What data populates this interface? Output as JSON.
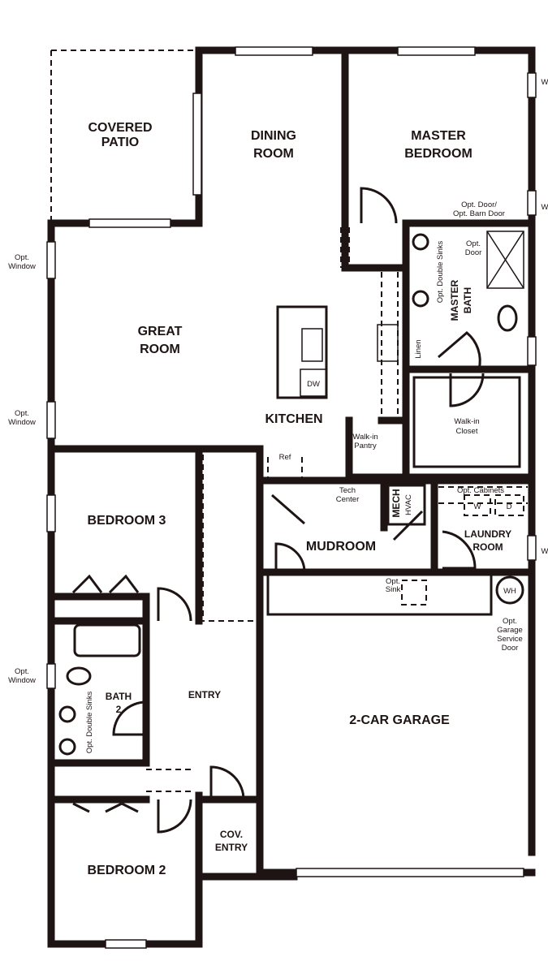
{
  "rooms": {
    "covered_patio": [
      "COVERED",
      "PATIO"
    ],
    "dining_room": [
      "DINING",
      "ROOM"
    ],
    "master_bedroom": [
      "MASTER",
      "BEDROOM"
    ],
    "great_room": [
      "GREAT",
      "ROOM"
    ],
    "kitchen": "KITCHEN",
    "master_bath": [
      "MASTER",
      "BATH"
    ],
    "walk_in_closet": [
      "Walk-in",
      "Closet"
    ],
    "walk_in_pantry": [
      "Walk-in",
      "Pantry"
    ],
    "bedroom_3": "BEDROOM 3",
    "tech_center": [
      "Tech",
      "Center"
    ],
    "mech": "MECH",
    "mudroom": "MUDROOM",
    "laundry_room": [
      "LAUNDRY",
      "ROOM"
    ],
    "garage": "2-CAR GARAGE",
    "entry": "ENTRY",
    "bath_2": [
      "BATH",
      "2"
    ],
    "cov_entry": [
      "COV.",
      "ENTRY"
    ],
    "bedroom_2": "BEDROOM 2"
  },
  "notes": {
    "opt_window": [
      "Opt.",
      "Window"
    ],
    "opt_door_barn": [
      "Opt. Door/",
      "Opt. Barn Door"
    ],
    "opt_door": [
      "Opt.",
      "Door"
    ],
    "opt_double_sinks": "Opt. Double Sinks",
    "linen": "Linen",
    "dw": "DW",
    "ref": "Ref",
    "hvac": "HVAC",
    "opt_cabinets": "Opt. Cabinets",
    "washer": "W",
    "dryer": "D",
    "opt_sink": [
      "Opt.",
      "Sink"
    ],
    "water_heater": "WH",
    "opt_garage_service_door": [
      "Opt.",
      "Garage",
      "Service",
      "Door"
    ],
    "edge_w": "W"
  }
}
